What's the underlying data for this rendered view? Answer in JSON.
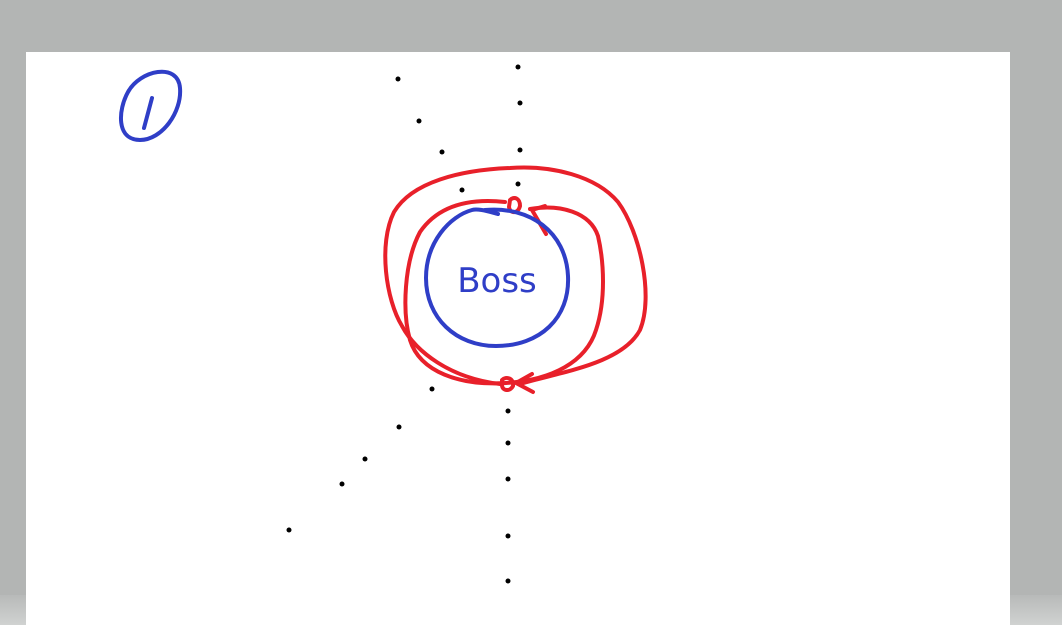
{
  "colors": {
    "background": "#b3b5b4",
    "canvas": "#ffffff",
    "ink_blue": "#2f3ec7",
    "ink_red": "#e8202a",
    "dot": "#000000"
  },
  "step_number": "1",
  "boss_label": "Boss",
  "icons": [
    "step-number-circle",
    "boss-circle",
    "inner-red-ring",
    "outer-red-ring",
    "dotted-path-left",
    "dotted-path-center"
  ]
}
